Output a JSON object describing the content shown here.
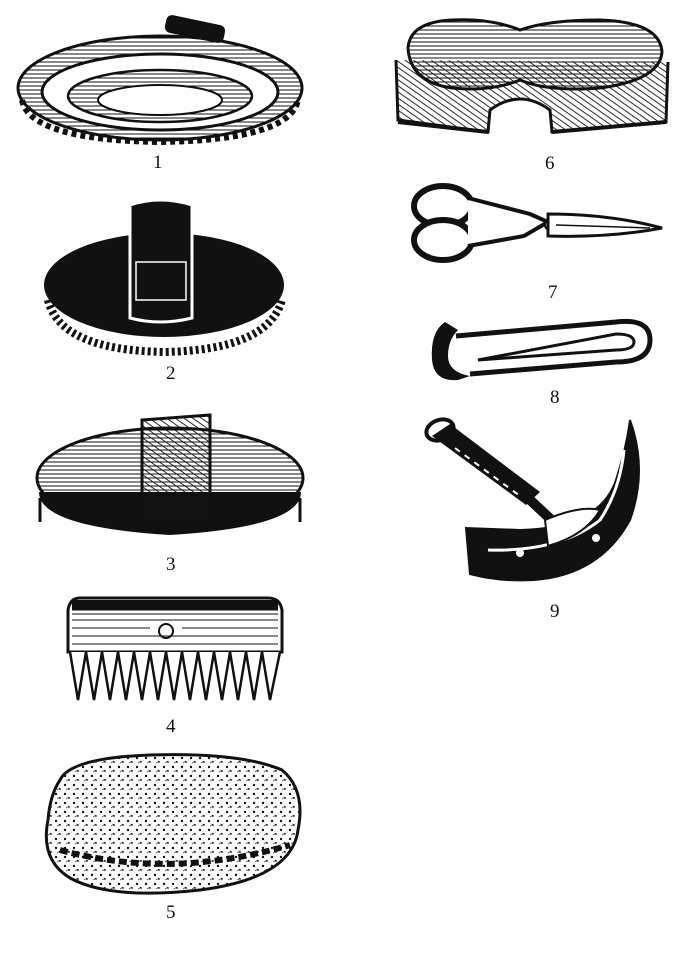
{
  "items": [
    {
      "id": "curry-comb-metal",
      "label": "1"
    },
    {
      "id": "rubber-curry-comb",
      "label": "2"
    },
    {
      "id": "body-brush",
      "label": "3"
    },
    {
      "id": "mane-comb",
      "label": "4"
    },
    {
      "id": "sponge",
      "label": "5"
    },
    {
      "id": "dandy-brush",
      "label": "6"
    },
    {
      "id": "scissors",
      "label": "7"
    },
    {
      "id": "hoof-pick",
      "label": "8"
    },
    {
      "id": "sweat-scraper",
      "label": "9"
    }
  ],
  "colors": {
    "ink": "#111111",
    "paper": "#ffffff"
  }
}
